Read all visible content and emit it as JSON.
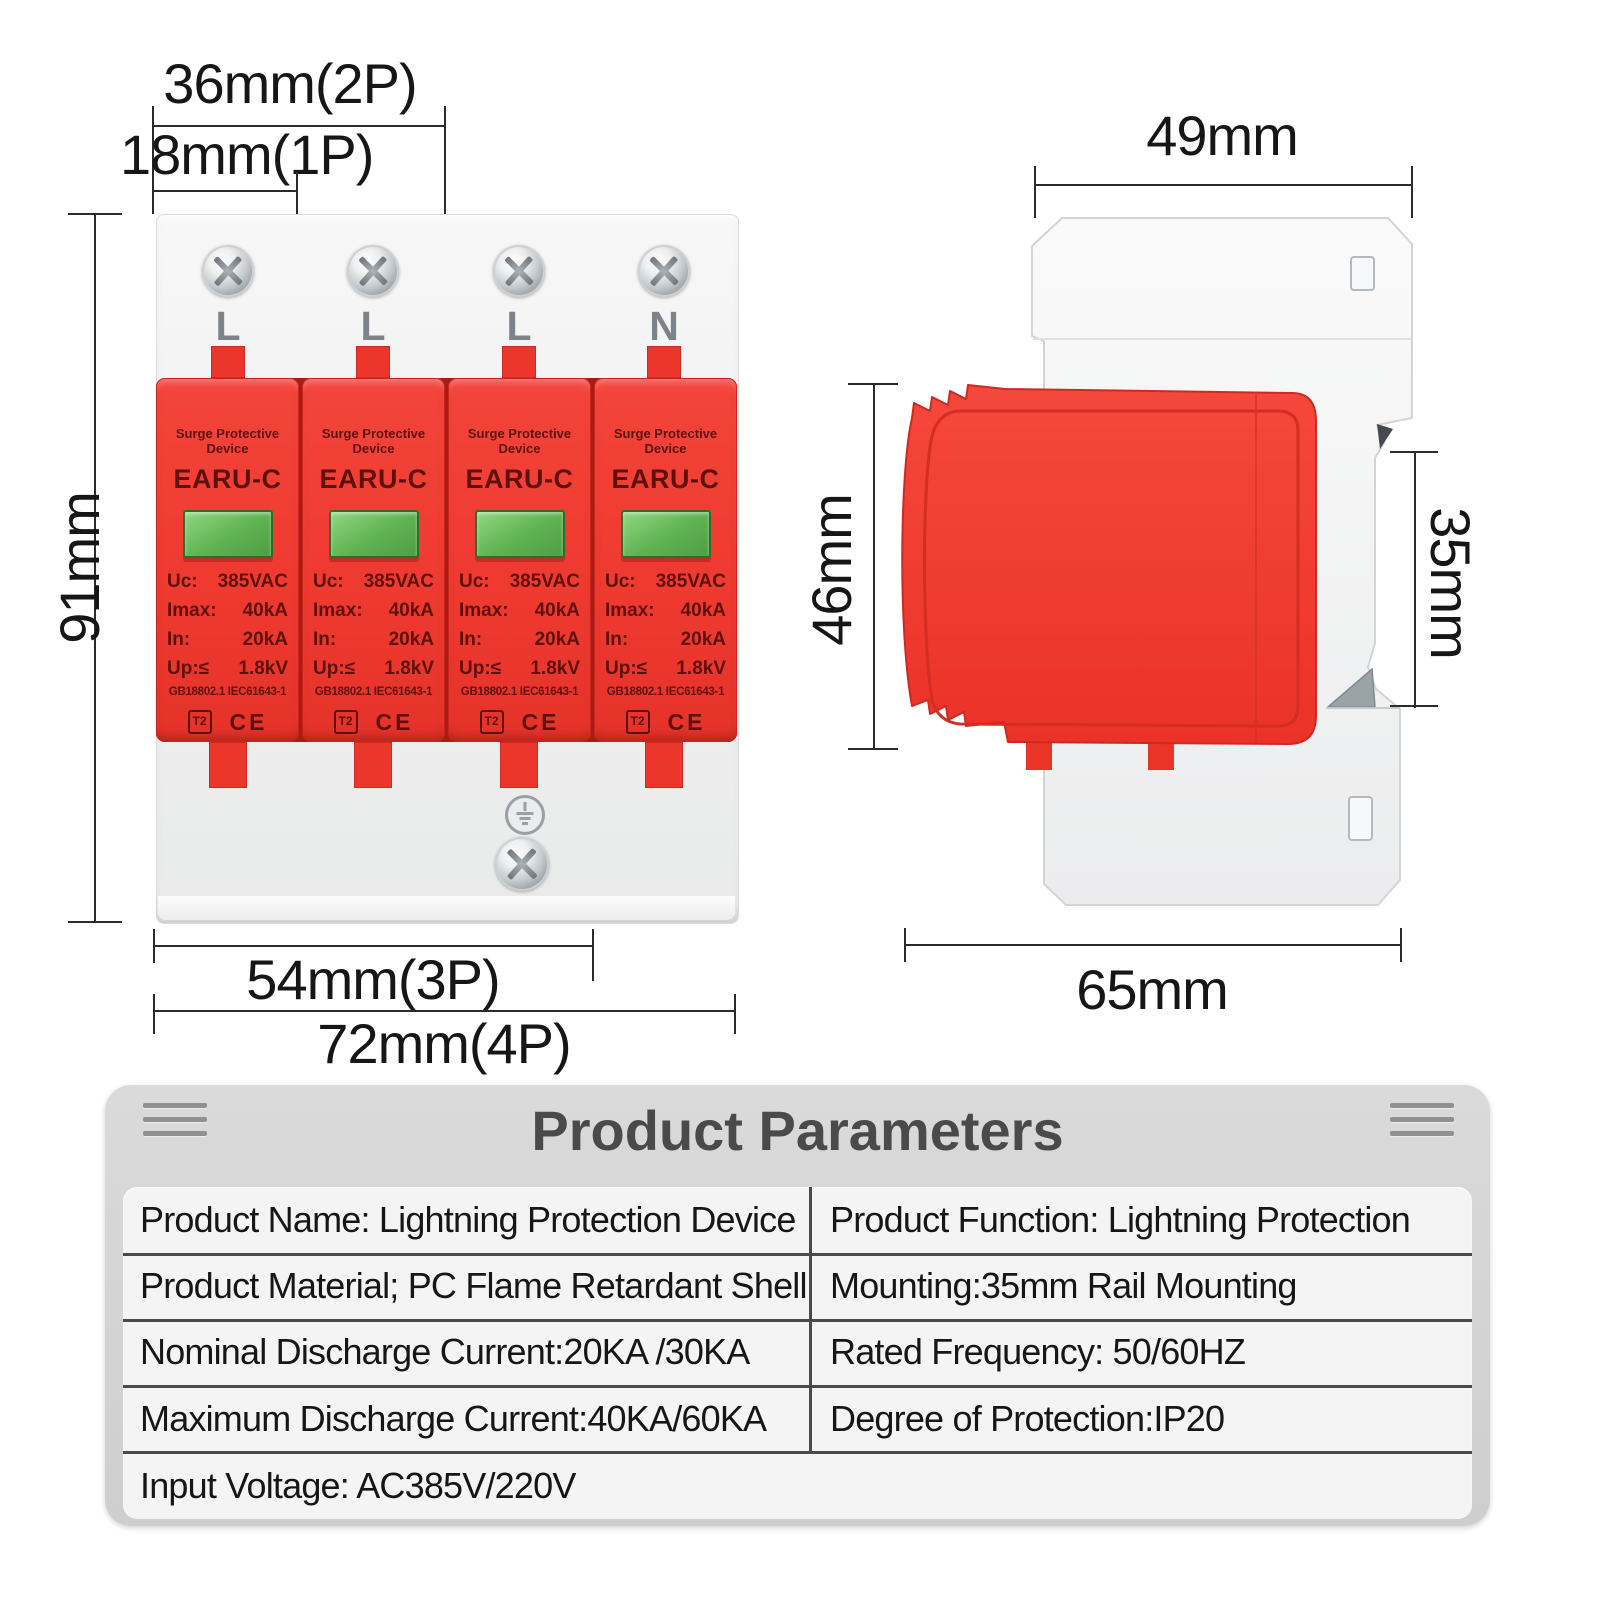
{
  "front_view": {
    "dim_width_2p": "36mm(2P)",
    "dim_width_1p": "18mm(1P)",
    "dim_height": "91mm",
    "dim_width_3p": "54mm(3P)",
    "dim_width_4p": "72mm(4P)",
    "terminals": [
      "L",
      "L",
      "L",
      "N"
    ],
    "modules": [
      {
        "title": "Surge Protective Device",
        "brand": "EARU-C",
        "specs": [
          {
            "label": "Uc:",
            "value": "385VAC"
          },
          {
            "label": "Imax:",
            "value": "40kA"
          },
          {
            "label": "In:",
            "value": "20kA"
          },
          {
            "label": "Up:≤",
            "value": "1.8kV"
          }
        ],
        "standards": "GB18802.1 IEC61643-1",
        "type_class": "T2",
        "ce_mark": "CE"
      },
      {
        "title": "Surge Protective Device",
        "brand": "EARU-C",
        "specs": [
          {
            "label": "Uc:",
            "value": "385VAC"
          },
          {
            "label": "Imax:",
            "value": "40kA"
          },
          {
            "label": "In:",
            "value": "20kA"
          },
          {
            "label": "Up:≤",
            "value": "1.8kV"
          }
        ],
        "standards": "GB18802.1 IEC61643-1",
        "type_class": "T2",
        "ce_mark": "CE"
      },
      {
        "title": "Surge Protective Device",
        "brand": "EARU-C",
        "specs": [
          {
            "label": "Uc:",
            "value": "385VAC"
          },
          {
            "label": "Imax:",
            "value": "40kA"
          },
          {
            "label": "In:",
            "value": "20kA"
          },
          {
            "label": "Up:≤",
            "value": "1.8kV"
          }
        ],
        "standards": "GB18802.1 IEC61643-1",
        "type_class": "T2",
        "ce_mark": "CE"
      },
      {
        "title": "Surge Protective Device",
        "brand": "EARU-C",
        "specs": [
          {
            "label": "Uc:",
            "value": "385VAC"
          },
          {
            "label": "Imax:",
            "value": "40kA"
          },
          {
            "label": "In:",
            "value": "20kA"
          },
          {
            "label": "Up:≤",
            "value": "1.8kV"
          }
        ],
        "standards": "GB18802.1 IEC61643-1",
        "type_class": "T2",
        "ce_mark": "CE"
      }
    ]
  },
  "side_view": {
    "dim_width_top": "49mm",
    "dim_cover_height": "46mm",
    "dim_rail_pitch": "35mm",
    "dim_depth": "65mm"
  },
  "table": {
    "title": "Product Parameters",
    "rows": [
      [
        "Product Name: Lightning Protection Device",
        "Product Function: Lightning Protection"
      ],
      [
        "Product Material; PC Flame Retardant Shell",
        "Mounting:35mm Rail Mounting"
      ],
      [
        "Nominal Discharge Current:20KA /30KA",
        "Rated Frequency: 50/60HZ"
      ],
      [
        "Maximum Discharge Current:40KA/60KA",
        "Degree of Protection:IP20"
      ],
      [
        "Input Voltage: AC385V/220V",
        ""
      ]
    ]
  },
  "colors": {
    "device_red": "#ef3a30",
    "window_green": "#5fb252",
    "body_gray": "#efefef",
    "table_header_gray": "#d2d2d2",
    "line_dark": "#2b2b2b",
    "module_text": "#5e100b"
  }
}
